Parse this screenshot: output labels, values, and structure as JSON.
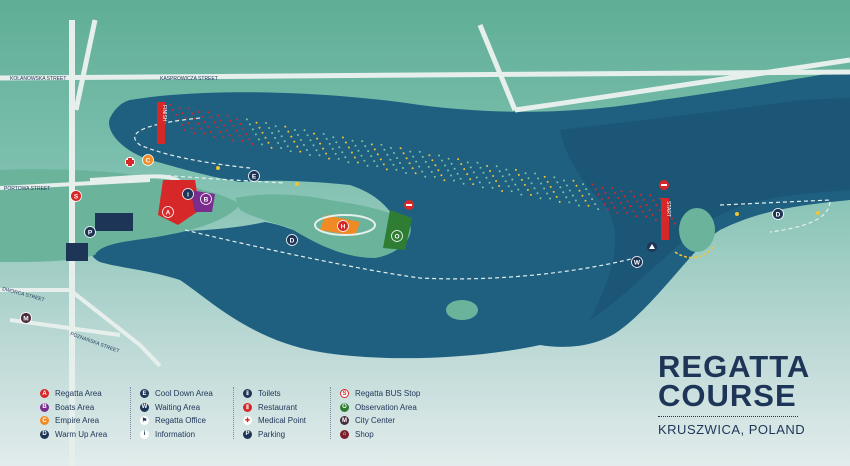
{
  "title": {
    "line1": "REGATTA",
    "line2": "COURSE",
    "subtitle": "KRUSZWICA, POLAND"
  },
  "streets": {
    "rzymska": "KOLANOWSKA STREET",
    "kasprowicza": "KASPROWICZA STREET",
    "portowa": "PORTOWA STREET",
    "lewa": "DWORCA STREET",
    "poznanska": "POZNAŃSKA STREET"
  },
  "course_labels": {
    "finish": "FINISH",
    "start": "START"
  },
  "markers": {
    "A": "A",
    "B": "B",
    "C": "C",
    "D": "D",
    "E": "E",
    "W": "W",
    "S": "S",
    "P": "P",
    "M": "M",
    "I": "i",
    "H": "H",
    "O": "O"
  },
  "legend": {
    "col1": [
      "Regatta Area",
      "Boats Area",
      "Empire Area",
      "Warm Up Area"
    ],
    "col2": [
      "Cool Down Area",
      "Waiting Area",
      "Regatta Office",
      "Information"
    ],
    "col3": [
      "Toilets",
      "Restaurant",
      "Medical Point",
      "Parking"
    ],
    "col4": [
      "Regatta BUS Stop",
      "Observation Area",
      "City Center",
      "Shop"
    ]
  },
  "colors": {
    "lake": "#1f5f80",
    "lake_dark": "#174f6f",
    "land": "#6bb49b",
    "road": "#e6efec",
    "navy": "#1d3557",
    "regatta_red": "#d62828",
    "boats_purple": "#7b2d8e",
    "empire_orange": "#f08a24",
    "observation_green": "#2e7d32",
    "lane_yellow": "#f4c430"
  },
  "icons": [
    "finish-banner",
    "start-banner",
    "stop-sign-icon",
    "arrow-icon",
    "cross-icon",
    "flag-icon",
    "info-icon",
    "toilet-icon",
    "fork-icon",
    "parking-icon",
    "bus-stop-icon",
    "city-icon",
    "shop-icon"
  ]
}
